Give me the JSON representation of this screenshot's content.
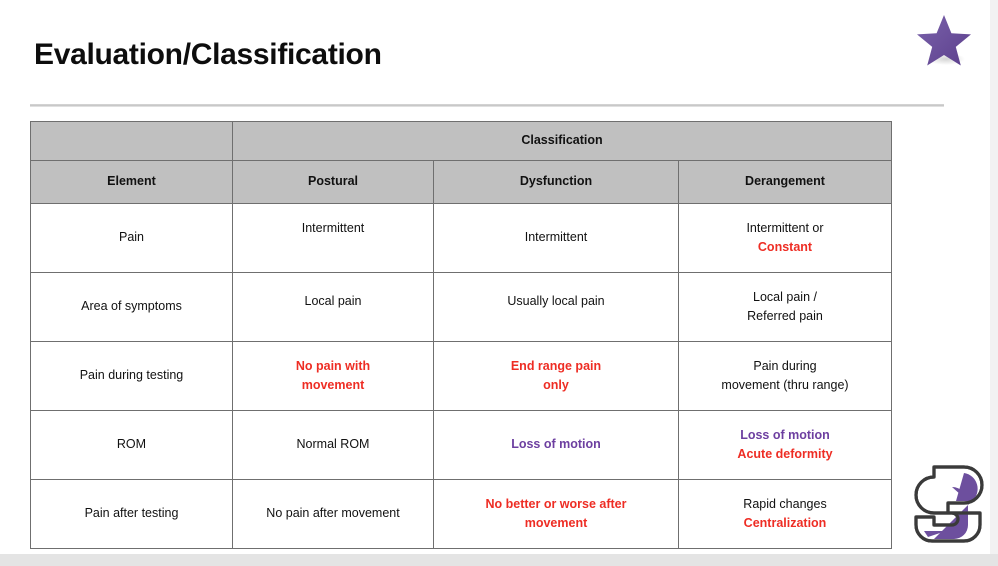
{
  "slide": {
    "title": "Evaluation/Classification",
    "logos": {
      "star": "star-logo",
      "wordmark": "s-logo"
    },
    "colors": {
      "header_gray": "#C0C0C0",
      "border_gray": "#6F6F6F",
      "red": "#EE2D24",
      "purple": "#6D3FA0",
      "title_black": "#0D0D0D",
      "star_purple": "#6B4F9E",
      "page_strip": "#E4E4E4"
    }
  },
  "table": {
    "group_header": {
      "blank": "",
      "classification": "Classification"
    },
    "columns": [
      {
        "key": "element",
        "label": "Element"
      },
      {
        "key": "postural",
        "label": "Postural"
      },
      {
        "key": "dysfunction",
        "label": "Dysfunction"
      },
      {
        "key": "derangement",
        "label": "Derangement"
      }
    ],
    "rows": [
      {
        "element": "Pain",
        "postural": [
          {
            "text": "Intermittent",
            "style": "normal"
          }
        ],
        "dysfunction": [
          {
            "text": "Intermittent",
            "style": "normal"
          }
        ],
        "derangement": [
          {
            "text": "Intermittent or",
            "style": "normal"
          },
          {
            "text": "Constant",
            "style": "red"
          }
        ]
      },
      {
        "element": "Area of symptoms",
        "postural": [
          {
            "text": "Local pain",
            "style": "normal"
          }
        ],
        "dysfunction": [
          {
            "text": "Usually local pain",
            "style": "normal"
          }
        ],
        "derangement": [
          {
            "text": "Local pain /",
            "style": "normal"
          },
          {
            "text": "Referred pain",
            "style": "normal"
          }
        ]
      },
      {
        "element": "Pain during testing",
        "postural": [
          {
            "text": "No pain with",
            "style": "red"
          },
          {
            "text": "movement",
            "style": "red"
          }
        ],
        "dysfunction": [
          {
            "text": "End range pain",
            "style": "red"
          },
          {
            "text": "only",
            "style": "red"
          }
        ],
        "derangement": [
          {
            "text": "Pain during",
            "style": "normal"
          },
          {
            "text": "movement (thru range)",
            "style": "normal"
          }
        ]
      },
      {
        "element": "ROM",
        "postural": [
          {
            "text": "Normal ROM",
            "style": "normal"
          }
        ],
        "dysfunction": [
          {
            "text": "Loss of motion",
            "style": "purple"
          }
        ],
        "derangement": [
          {
            "text": "Loss of motion",
            "style": "purple"
          },
          {
            "text": "Acute deformity",
            "style": "red"
          }
        ]
      },
      {
        "element": "Pain after testing",
        "postural": [
          {
            "text": "No pain after movement",
            "style": "normal"
          }
        ],
        "dysfunction": [
          {
            "text": "No better or worse after",
            "style": "red"
          },
          {
            "text": "movement",
            "style": "red"
          }
        ],
        "derangement": [
          {
            "text": "Rapid changes",
            "style": "normal"
          },
          {
            "text": "Centralization",
            "style": "red"
          }
        ]
      }
    ]
  }
}
